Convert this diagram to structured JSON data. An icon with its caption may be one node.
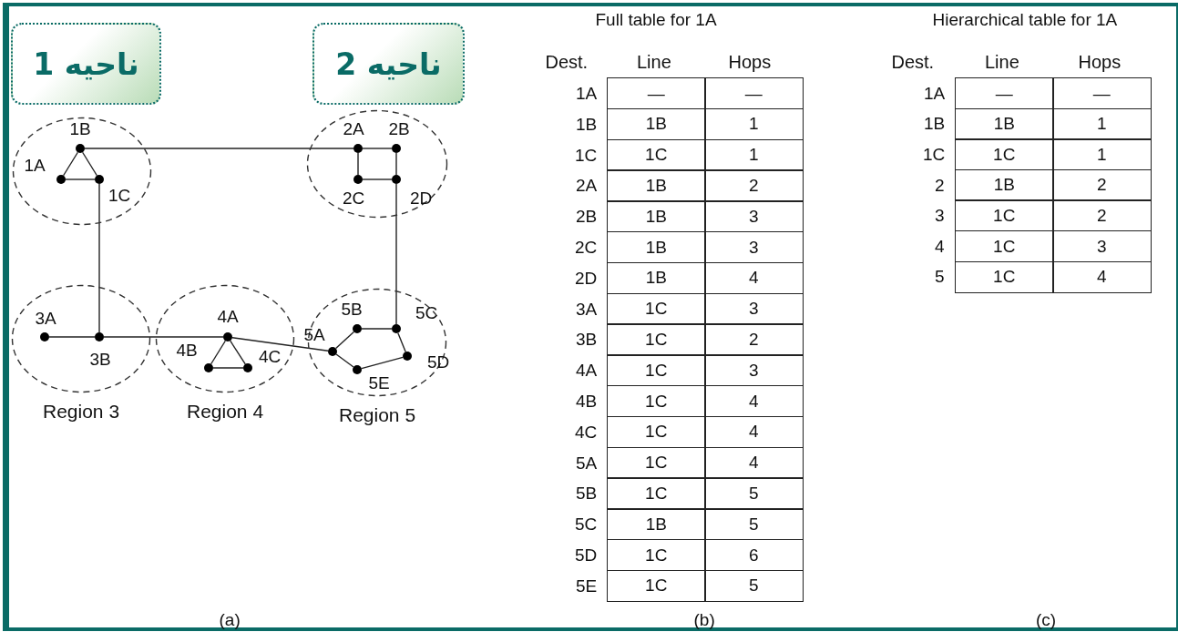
{
  "diagram": {
    "nodes": [
      {
        "text": [
          "ناحیه 1"
        ]
      },
      {
        "text": [
          "ناحیه 2"
        ]
      },
      {
        "text": [],
        "shape": "circle"
      },
      {
        "text": [],
        "shape": "circle",
        "beside": [
          "1A"
        ],
        "in": 2
      },
      {
        "text": [],
        "shape": "circle",
        "beside": [
          "1B"
        ],
        "in": 2
      },
      {
        "text": [],
        "shape": "circle",
        "beside": [
          "1C"
        ],
        "in": 2
      },
      {
        "text": [],
        "shape": "circle"
      },
      {
        "text": [],
        "shape": "circle",
        "beside": [
          "2A"
        ],
        "in": 6
      },
      {
        "text": [],
        "shape": "circle",
        "beside": [
          "2B"
        ],
        "in": 6
      },
      {
        "text": [],
        "shape": "circle",
        "beside": [
          "2C"
        ],
        "in": 6
      },
      {
        "text": [],
        "shape": "circle",
        "beside": [
          "2D"
        ],
        "in": 6
      },
      {
        "text": [
          "Region 3"
        ]
      },
      {
        "text": [],
        "shape": "circle",
        "beside": [
          "3A"
        ],
        "in": 11
      },
      {
        "text": [],
        "shape": "circle",
        "beside": [
          "3B"
        ],
        "in": 11
      },
      {
        "text": [
          "Region 4"
        ]
      },
      {
        "text": [],
        "shape": "circle",
        "beside": [
          "4A"
        ],
        "in": 14
      },
      {
        "text": [],
        "shape": "circle",
        "beside": [
          "4B"
        ],
        "in": 14
      },
      {
        "text": [],
        "shape": "circle",
        "beside": [
          "4C"
        ],
        "in": 14
      },
      {
        "text": [
          "Region 5"
        ]
      },
      {
        "text": [],
        "shape": "circle",
        "beside": [
          "5A"
        ],
        "in": 18
      },
      {
        "text": [],
        "shape": "circle",
        "beside": [
          "5B"
        ],
        "in": 18
      },
      {
        "text": [],
        "shape": "circle",
        "beside": [
          "5C"
        ],
        "in": 18
      },
      {
        "text": [],
        "shape": "circle",
        "beside": [
          "5D"
        ],
        "in": 18
      },
      {
        "text": [],
        "shape": "circle",
        "beside": [
          "5E"
        ],
        "in": 18
      }
    ],
    "edges": [
      {
        "from": 3,
        "to": 4,
        "arrow": "none"
      },
      {
        "from": 4,
        "to": 5,
        "arrow": "none"
      },
      {
        "from": 3,
        "to": 5,
        "arrow": "none"
      },
      {
        "from": 4,
        "to": 7,
        "arrow": "none"
      },
      {
        "from": 7,
        "to": 8,
        "arrow": "none"
      },
      {
        "from": 7,
        "to": 9,
        "arrow": "none"
      },
      {
        "from": 9,
        "to": 10,
        "arrow": "none"
      },
      {
        "from": 8,
        "to": 10,
        "arrow": "none"
      },
      {
        "from": 5,
        "to": 13,
        "arrow": "none"
      },
      {
        "from": 12,
        "to": 13,
        "arrow": "none"
      },
      {
        "from": 13,
        "to": 15,
        "arrow": "none"
      },
      {
        "from": 15,
        "to": 16,
        "arrow": "none"
      },
      {
        "from": 15,
        "to": 17,
        "arrow": "none"
      },
      {
        "from": 16,
        "to": 17,
        "arrow": "none"
      },
      {
        "from": 15,
        "to": 19,
        "arrow": "none"
      },
      {
        "from": 19,
        "to": 20,
        "arrow": "none"
      },
      {
        "from": 20,
        "to": 21,
        "arrow": "none"
      },
      {
        "from": 21,
        "to": 22,
        "arrow": "none"
      },
      {
        "from": 22,
        "to": 23,
        "arrow": "none"
      },
      {
        "from": 23,
        "to": 19,
        "arrow": "none"
      },
      {
        "from": 10,
        "to": 21,
        "arrow": "none"
      }
    ],
    "labels": [
      "Full table for 1A",
      "Dest.",
      "Line",
      "Hops",
      "1A",
      "—",
      "—",
      "1B",
      "1B",
      "1",
      "1C",
      "1C",
      "1",
      "2A",
      "1B",
      "2",
      "2B",
      "1B",
      "3",
      "2C",
      "1B",
      "3",
      "2D",
      "1B",
      "4",
      "3A",
      "1C",
      "3",
      "3B",
      "1C",
      "2",
      "4A",
      "1C",
      "3",
      "4B",
      "1C",
      "4",
      "4C",
      "1C",
      "4",
      "5A",
      "1C",
      "4",
      "5B",
      "1C",
      "5",
      "5C",
      "1B",
      "5",
      "5D",
      "1C",
      "6",
      "5E",
      "1C",
      "5",
      "Hierarchical table for 1A",
      "Dest.",
      "Line",
      "Hops",
      "1A",
      "—",
      "—",
      "1B",
      "1B",
      "1",
      "1C",
      "1C",
      "1",
      "2",
      "1B",
      "2",
      "3",
      "1C",
      "2",
      "4",
      "1C",
      "3",
      "5",
      "1C",
      "4",
      "(a)",
      "(b)",
      "(c)"
    ]
  }
}
